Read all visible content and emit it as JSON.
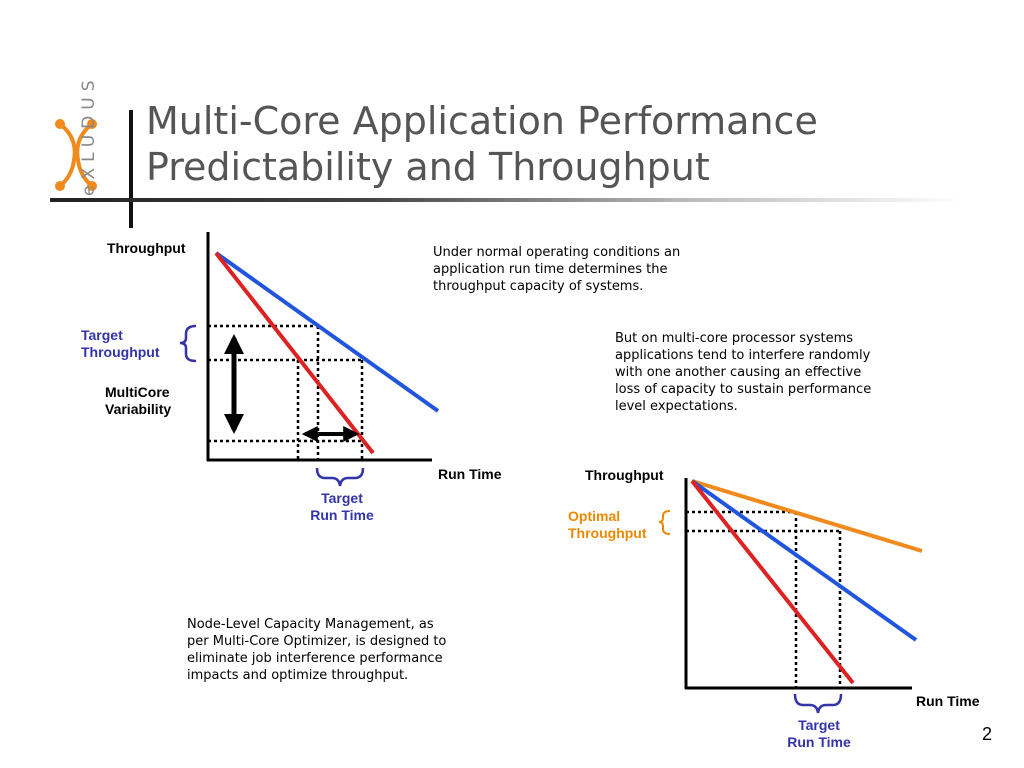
{
  "logo": {
    "text": "eXLUDUS",
    "colors": {
      "orange": "#f08a1c",
      "gray": "#888888"
    }
  },
  "slide": {
    "title_line1": "Multi-Core Application Performance",
    "title_line2": "Predictability and Throughput",
    "page_number": "2"
  },
  "diagram1": {
    "y_label": "Throughput",
    "x_label": "Run Time",
    "target_throughput": [
      "Target",
      "Throughput"
    ],
    "multicore_variability": [
      "MultiCore",
      "Variability"
    ],
    "target_run_time": [
      "Target",
      "Run Time"
    ],
    "line_colors": [
      "#dd2222",
      "#2255dd"
    ]
  },
  "diagram2": {
    "y_label": "Throughput",
    "x_label": "Run Time",
    "optimal_throughput": [
      "Optimal",
      "Throughput"
    ],
    "target_run_time": [
      "Target",
      "Run Time"
    ],
    "line_colors": [
      "#dd2222",
      "#2255dd",
      "#f08a1c"
    ]
  },
  "text_blocks": {
    "normal": [
      "Under normal operating conditions an",
      "application run time determines the",
      "throughput capacity of systems."
    ],
    "multicore": [
      "But on multi-core processor systems",
      "applications tend to interfere randomly",
      "with one another causing an effective",
      "loss of capacity to sustain performance",
      "level expectations."
    ],
    "node_level": [
      "Node-Level Capacity Management, as",
      "per Multi-Core Optimizer, is designed to",
      "eliminate job interference performance",
      "impacts and optimize throughput."
    ]
  }
}
